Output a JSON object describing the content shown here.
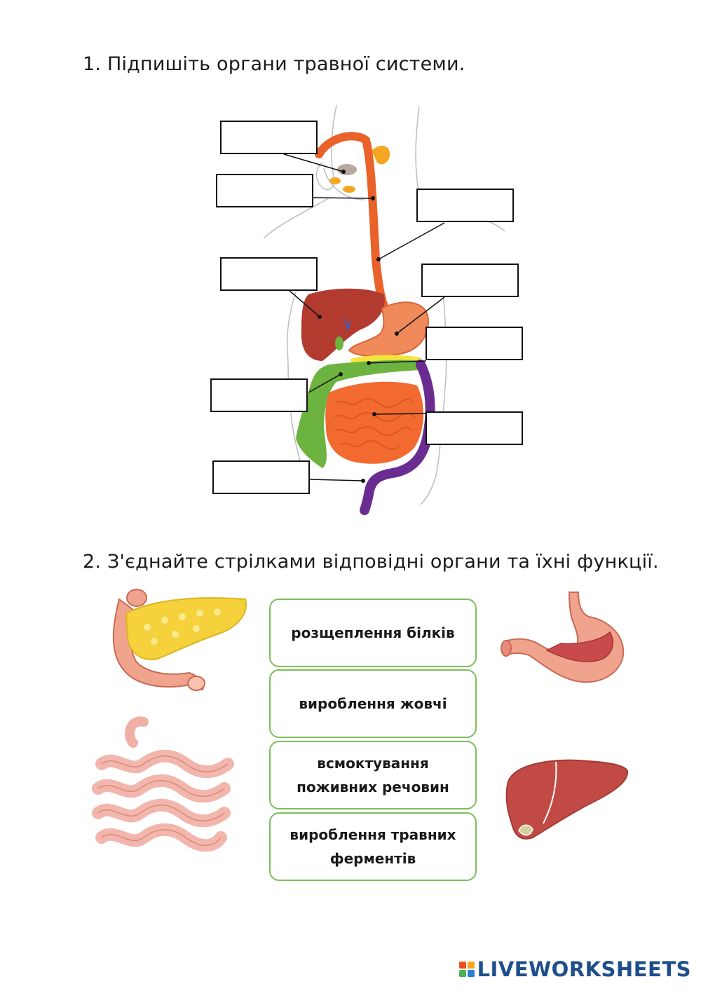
{
  "task1": {
    "title": "1. Підпишіть органи травної системи."
  },
  "task2": {
    "title": "2. З'єднайте стрілками відповідні органи та їхні функції.",
    "functions": [
      {
        "lines": [
          "розщеплення білків"
        ]
      },
      {
        "lines": [
          "вироблення жовчі"
        ]
      },
      {
        "lines": [
          "всмоктування",
          "поживних речовин"
        ]
      },
      {
        "lines": [
          "вироблення травних",
          "ферментів"
        ]
      }
    ]
  },
  "brand": {
    "name": "LIVEWORKSHEETS",
    "colors": [
      "#e94e1b",
      "#f5a623",
      "#4caf50",
      "#2a7fd4"
    ]
  },
  "colors": {
    "esophagus": "#e8622a",
    "liver": "#b33a2f",
    "stomach": "#f08a5a",
    "large_intestine": "#6db33f",
    "small_intestine": "#f26a30",
    "rectum": "#6a2c91",
    "pancreas": "#f2e43c",
    "card_border": "#7cbf5a"
  },
  "icons": [
    "pancreas-image",
    "small-intestine-image",
    "stomach-image",
    "liver-image",
    "brand-logo-icon"
  ]
}
